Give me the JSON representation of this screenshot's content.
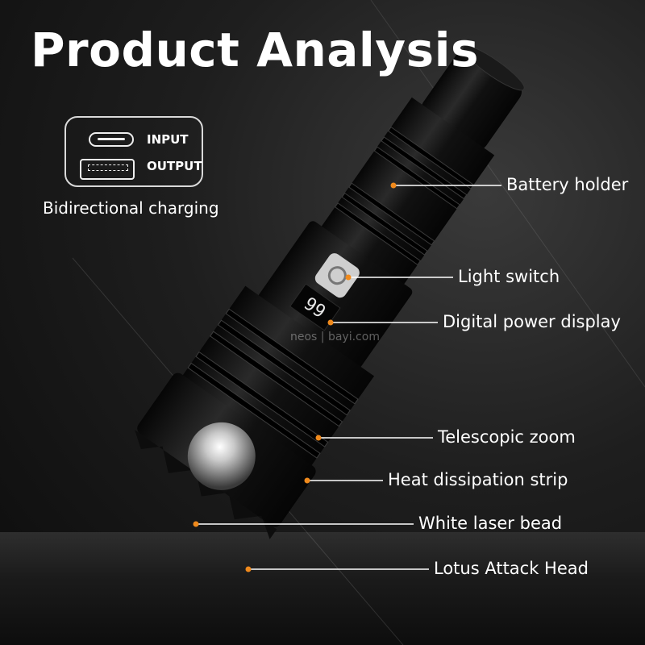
{
  "title": "Product Analysis",
  "charging": {
    "input_label": "INPUT",
    "output_label": "OUTPUT",
    "caption": "Bidirectional charging"
  },
  "display_text": "99",
  "watermark": "neos | bayi.com",
  "callouts": [
    {
      "id": "battery-holder",
      "label": "Battery holder"
    },
    {
      "id": "light-switch",
      "label": "Light switch"
    },
    {
      "id": "digital-power-display",
      "label": "Digital power display"
    },
    {
      "id": "telescopic-zoom",
      "label": "Telescopic zoom"
    },
    {
      "id": "heat-dissipation-strip",
      "label": "Heat dissipation strip"
    },
    {
      "id": "white-laser-bead",
      "label": "White laser bead"
    },
    {
      "id": "lotus-attack-head",
      "label": "Lotus Attack Head"
    }
  ],
  "colors": {
    "accent_dot": "#f08a1c",
    "text": "#ffffff",
    "line": "#ffffff"
  }
}
